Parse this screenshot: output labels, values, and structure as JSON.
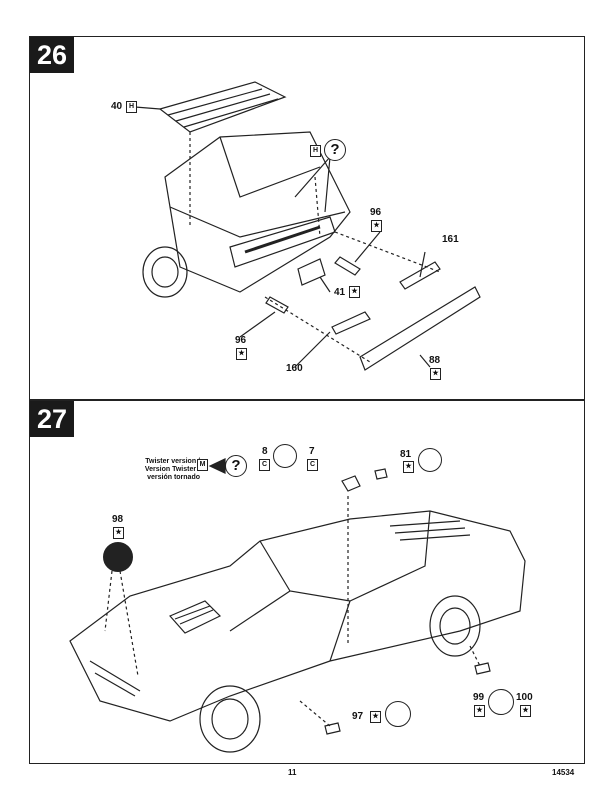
{
  "steps": {
    "s26": {
      "number": "26",
      "labels": {
        "p40": "40",
        "p40_code": "H",
        "h_code": "H",
        "p96a": "96",
        "p96b": "96",
        "p161": "161",
        "p41": "41",
        "p160": "160",
        "p88": "88",
        "star": "★",
        "question": "?"
      }
    },
    "s27": {
      "number": "27",
      "version_text": [
        "Twister version /",
        "Version Twister /",
        "versión tornado"
      ],
      "labels": {
        "m_code": "M",
        "p8": "8",
        "p8_code": "C",
        "p7": "7",
        "p7_code": "C",
        "p81": "81",
        "p98": "98",
        "p97": "97",
        "p99": "99",
        "p100": "100",
        "star": "★",
        "question": "?"
      }
    }
  },
  "footer": {
    "page_number": "11",
    "kit_number": "14534"
  }
}
